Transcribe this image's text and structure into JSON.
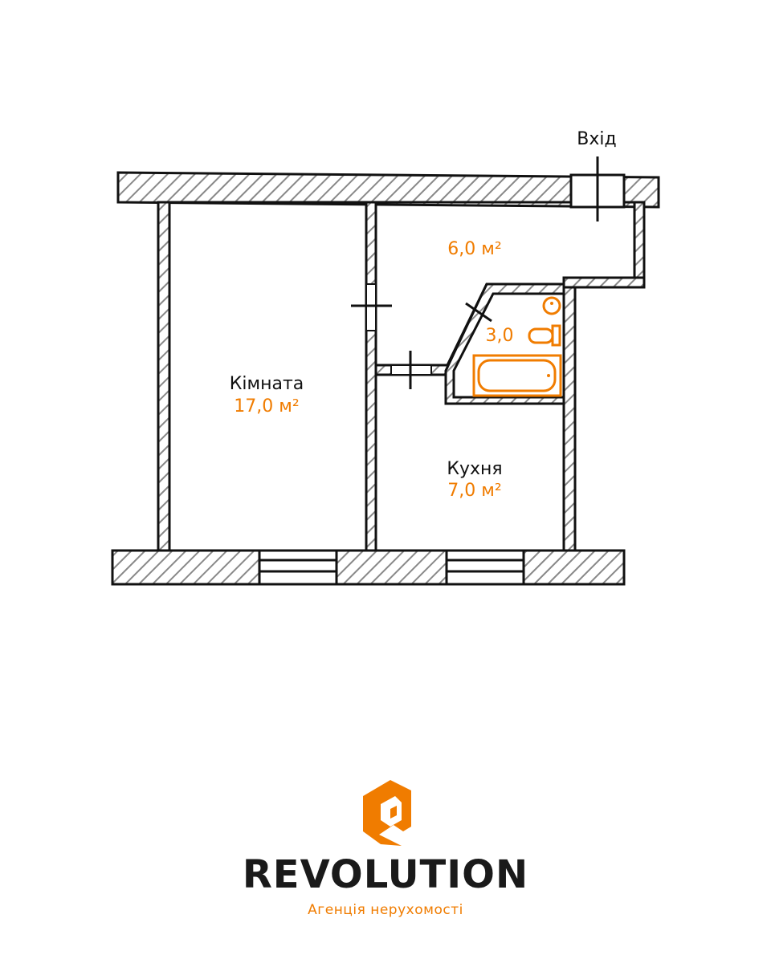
{
  "colors": {
    "accent": "#F07C00",
    "ink": "#111111",
    "background": "#FFFFFF"
  },
  "plan": {
    "entrance_label": "Вхід",
    "rooms": [
      {
        "name": "Кімната",
        "area": "17,0 м²"
      },
      {
        "name": "",
        "area": "6,0 м²"
      },
      {
        "name": "",
        "area": "3,0"
      },
      {
        "name": "Кухня",
        "area": "7,0 м²"
      }
    ],
    "fixtures": [
      "bathtub-icon",
      "toilet-icon",
      "sink-icon"
    ]
  },
  "brand": {
    "name": "REVOLUTION",
    "tagline": "Агенція нерухомості",
    "logo_icon": "revolution-logo-icon"
  }
}
